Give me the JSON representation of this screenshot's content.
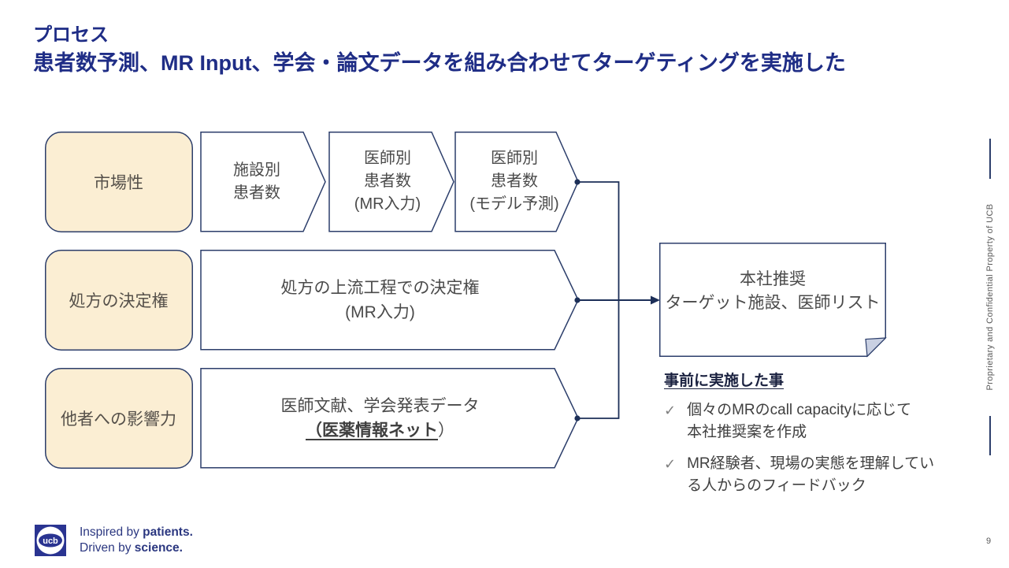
{
  "slide": {
    "title_line1": "プロセス",
    "title_line2": "患者数予測、MR Input、学会・論文データを組み合わせてターゲティングを実施した"
  },
  "diagram": {
    "row_labels": [
      "市場性",
      "処方の決定権",
      "他者への影響力"
    ],
    "row1_steps": [
      "施設別\n患者数",
      "医師別\n患者数\n(MR入力)",
      "医師別\n患者数\n(モデル予測)"
    ],
    "row2_step": "処方の上流工程での決定権\n(MR入力)",
    "row3_step_line1": "医師文献、学会発表データ",
    "row3_step_line2_underlined": "（医薬情報ネット",
    "row3_step_line2_suffix": "）",
    "output_box": "本社推奨\nターゲット施設、医師リスト"
  },
  "notes": {
    "heading": "事前に実施した事",
    "check_glyph": "✓",
    "items": [
      "個々のMRのcall capacityに応じて\n本社推奨案を作成",
      "MR経験者、現場の実態を理解してい\nる人からのフィードバック"
    ]
  },
  "footer": {
    "logo_text": "ucb",
    "tagline_line1_prefix": "Inspired by ",
    "tagline_line1_bold": "patients.",
    "tagline_line2_prefix": "Driven by ",
    "tagline_line2_bold": "science.",
    "page_number": "9"
  },
  "sidebar": {
    "confidential_text": "Proprietary and Confidential Property of UCB"
  },
  "colors": {
    "title_blue": "#1F2D86",
    "shape_border": "#2C3E6B",
    "label_fill": "#FBEED3",
    "connector": "#1C2F58",
    "body_text": "#4A4A4A",
    "fold_fill": "#C9D0E2",
    "brand_blue": "#2A3491",
    "side_text_gray": "#595959"
  }
}
